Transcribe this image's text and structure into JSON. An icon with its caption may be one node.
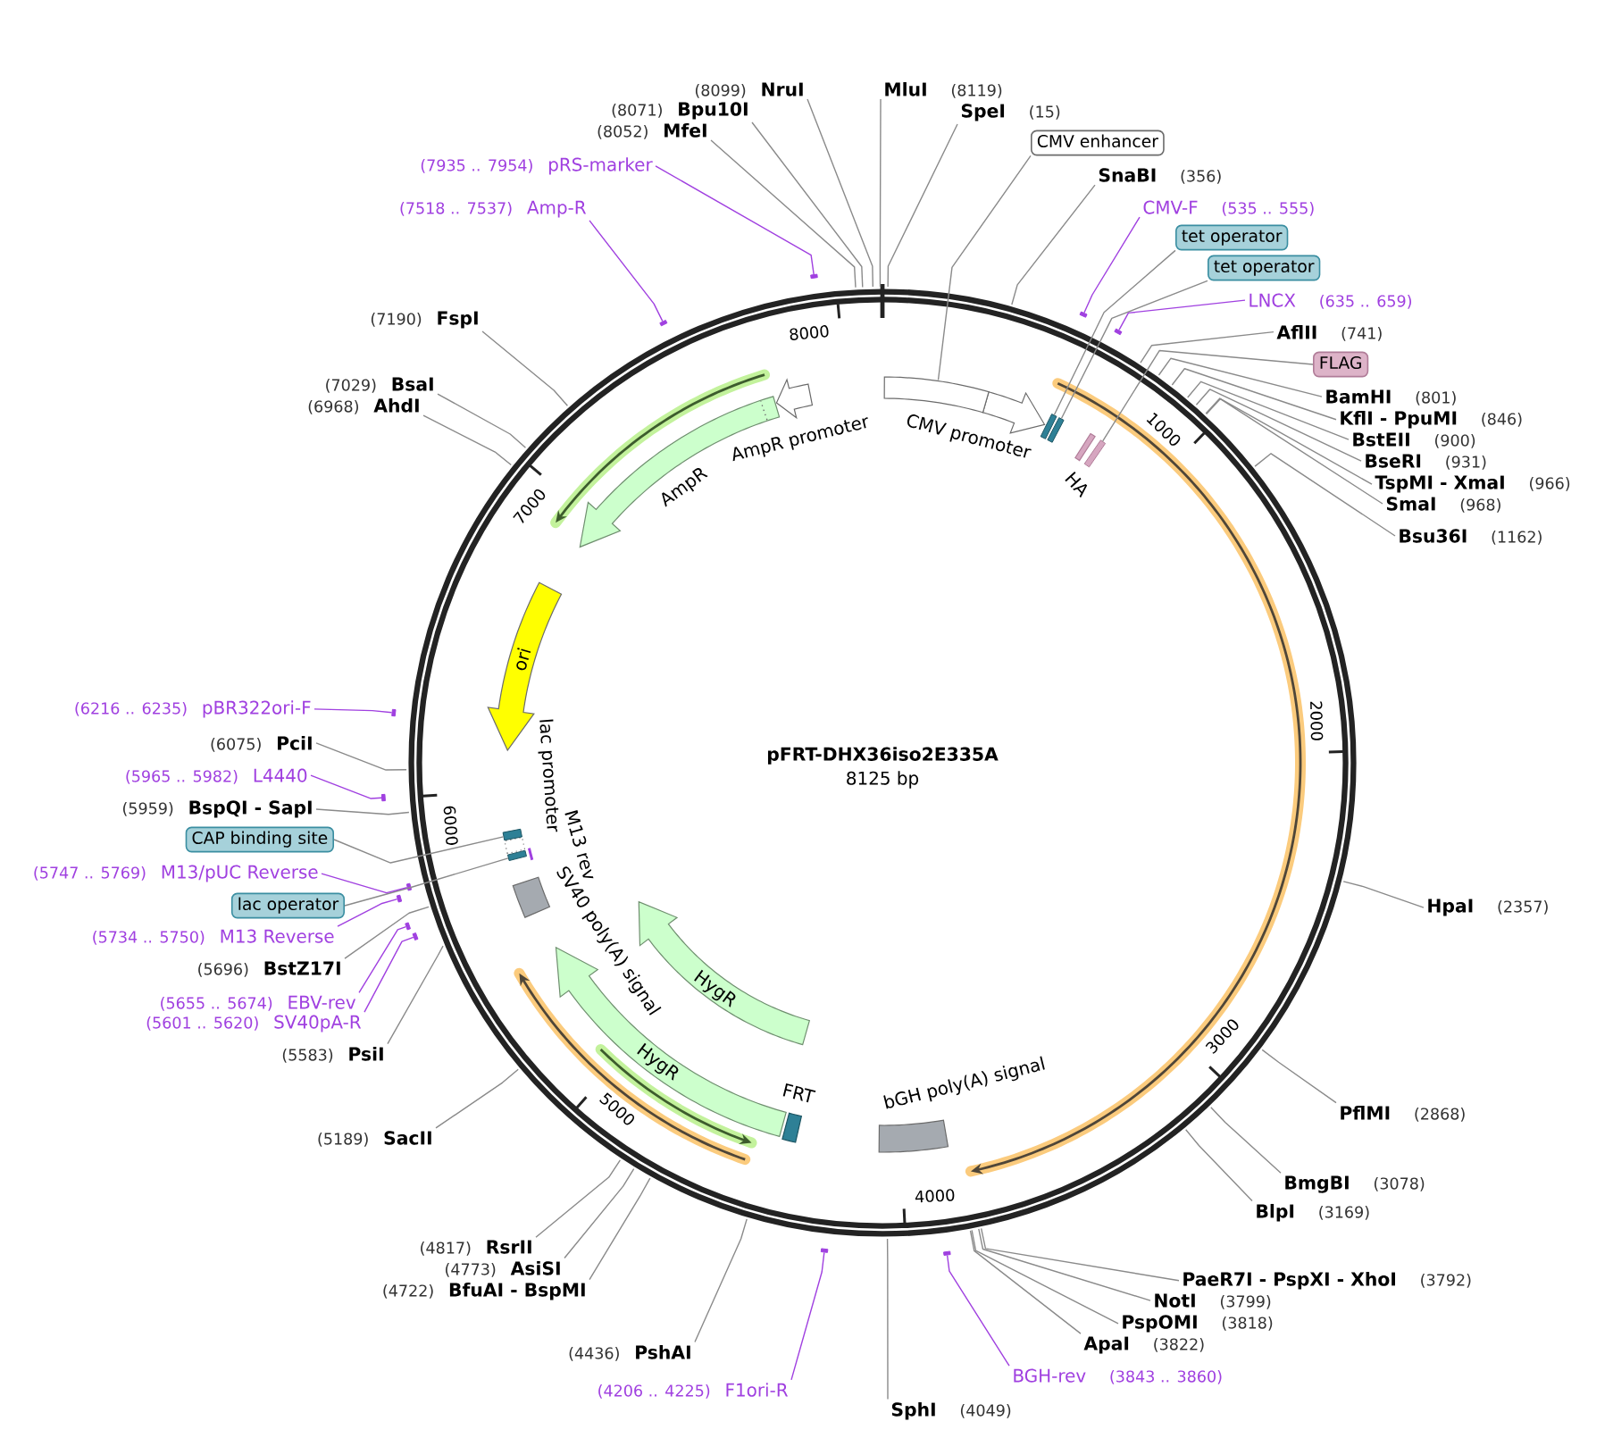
{
  "diagram": {
    "title": "pFRT-DHX36iso2E335A",
    "nodes": [
      {
        "text": [
          "NruI"
        ],
        "beside": [
          "(8099)"
        ]
      },
      {
        "text": [
          "Bpu10I"
        ],
        "beside": [
          "(8071)"
        ]
      },
      {
        "text": [
          "MfeI"
        ],
        "beside": [
          "(8052)"
        ]
      },
      {
        "text": [
          "MluI"
        ],
        "beside": [
          "(8119)"
        ]
      },
      {
        "text": [
          "SpeI"
        ],
        "beside": [
          "(15)"
        ]
      },
      {
        "text": [
          "CMV enhancer"
        ]
      },
      {
        "text": [
          "SnaBI"
        ],
        "beside": [
          "(356)"
        ]
      },
      {
        "text": [
          "CMV-F"
        ],
        "beside": [
          "(535 .. 555)"
        ]
      },
      {
        "text": [
          "tet operator"
        ]
      },
      {
        "text": [
          "tet operator"
        ]
      },
      {
        "text": [
          "LNCX"
        ],
        "beside": [
          "(635 .. 659)"
        ]
      },
      {
        "text": [
          "AflII"
        ],
        "beside": [
          "(741)"
        ]
      },
      {
        "text": [
          "FLAG"
        ]
      },
      {
        "text": [
          "BamHI"
        ],
        "beside": [
          "(801)"
        ]
      },
      {
        "text": [
          "KflI - PpuMI"
        ],
        "beside": [
          "(846)"
        ]
      },
      {
        "text": [
          "BstEII"
        ],
        "beside": [
          "(900)"
        ]
      },
      {
        "text": [
          "BseRI"
        ],
        "beside": [
          "(931)"
        ]
      },
      {
        "text": [
          "TspMI - XmaI"
        ],
        "beside": [
          "(966)"
        ]
      },
      {
        "text": [
          "SmaI"
        ],
        "beside": [
          "(968)"
        ]
      },
      {
        "text": [
          "Bsu36I"
        ],
        "beside": [
          "(1162)"
        ]
      },
      {
        "text": [
          "HpaI"
        ],
        "beside": [
          "(2357)"
        ]
      },
      {
        "text": [
          "PflMI"
        ],
        "beside": [
          "(2868)"
        ]
      },
      {
        "text": [
          "BmgBI"
        ],
        "beside": [
          "(3078)"
        ]
      },
      {
        "text": [
          "BlpI"
        ],
        "beside": [
          "(3169)"
        ]
      },
      {
        "text": [
          "PaeR7I - PspXI - XhoI"
        ],
        "beside": [
          "(3792)"
        ]
      },
      {
        "text": [
          "NotI"
        ],
        "beside": [
          "(3799)"
        ]
      },
      {
        "text": [
          "PspOMI"
        ],
        "beside": [
          "(3818)"
        ]
      },
      {
        "text": [
          "ApaI"
        ],
        "beside": [
          "(3822)"
        ]
      },
      {
        "text": [
          "BGH-rev"
        ],
        "beside": [
          "(3843 .. 3860)"
        ]
      },
      {
        "text": [
          "SphI"
        ],
        "beside": [
          "(4049)"
        ]
      },
      {
        "text": [
          "F1ori-R"
        ],
        "beside": [
          "(4206 .. 4225)"
        ]
      },
      {
        "text": [
          "PshAI"
        ],
        "beside": [
          "(4436)"
        ]
      },
      {
        "text": [
          "RsrII"
        ],
        "beside": [
          "(4817)"
        ]
      },
      {
        "text": [
          "AsiSI"
        ],
        "beside": [
          "(4773)"
        ]
      },
      {
        "text": [
          "BfuAI - BspMI"
        ],
        "beside": [
          "(4722)"
        ]
      },
      {
        "text": [
          "SacII"
        ],
        "beside": [
          "(5189)"
        ]
      },
      {
        "text": [
          "PsiI"
        ],
        "beside": [
          "(5583)"
        ]
      },
      {
        "text": [
          "SV40pA-R"
        ],
        "beside": [
          "(5601 .. 5620)"
        ]
      },
      {
        "text": [
          "EBV-rev"
        ],
        "beside": [
          "(5655 .. 5674)"
        ]
      },
      {
        "text": [
          "BstZ17I"
        ],
        "beside": [
          "(5696)"
        ]
      },
      {
        "text": [
          "M13 Reverse"
        ],
        "beside": [
          "(5734 .. 5750)"
        ]
      },
      {
        "text": [
          "lac operator"
        ]
      },
      {
        "text": [
          "M13/pUC Reverse"
        ],
        "beside": [
          "(5747 .. 5769)"
        ]
      },
      {
        "text": [
          "CAP binding site"
        ]
      },
      {
        "text": [
          "BspQI - SapI"
        ],
        "beside": [
          "(5959)"
        ]
      },
      {
        "text": [
          "L4440"
        ],
        "beside": [
          "(5965 .. 5982)"
        ]
      },
      {
        "text": [
          "PciI"
        ],
        "beside": [
          "(6075)"
        ]
      },
      {
        "text": [
          "pBR322ori-F"
        ],
        "beside": [
          "(6216 .. 6235)"
        ]
      },
      {
        "text": [
          "AhdI"
        ],
        "beside": [
          "(6968)"
        ]
      },
      {
        "text": [
          "BsaI"
        ],
        "beside": [
          "(7029)"
        ]
      },
      {
        "text": [
          "FspI"
        ],
        "beside": [
          "(7190)"
        ]
      },
      {
        "text": [
          "Amp-R"
        ],
        "beside": [
          "(7518 .. 7537)"
        ]
      },
      {
        "text": [
          "pRS-marker"
        ],
        "beside": [
          "(7935 .. 7954)"
        ]
      },
      {
        "text": [
          "CMV promoter"
        ]
      },
      {
        "text": [
          "HA"
        ]
      },
      {
        "text": [
          "AmpR promoter"
        ]
      },
      {
        "text": [
          "AmpR"
        ]
      },
      {
        "text": [
          "ori"
        ]
      },
      {
        "text": [
          "SV40 poly(A) signal"
        ]
      },
      {
        "text": [
          "HygR"
        ]
      },
      {
        "text": [
          "HygR"
        ]
      },
      {
        "text": [
          "FRT"
        ]
      },
      {
        "text": [
          "bGH poly(A) signal"
        ]
      },
      {
        "text": [],
        "shape": "box"
      },
      {
        "text": [],
        "shape": "box"
      },
      {
        "text": [],
        "shape": "box"
      },
      {
        "text": [],
        "shape": "box"
      },
      {
        "text": [],
        "shape": "box"
      },
      {
        "text": [],
        "shape": "box"
      },
      {
        "text": [],
        "shape": "bar"
      },
      {
        "text": [],
        "shape": "bar"
      },
      {
        "text": [],
        "shape": "bar"
      },
      {
        "text": [],
        "shape": "bar"
      },
      {
        "text": [],
        "shape": "bar"
      },
      {
        "text": [],
        "shape": "bar"
      },
      {
        "text": [],
        "shape": "bar"
      },
      {
        "text": [],
        "shape": "bar"
      },
      {
        "text": [],
        "shape": "bar"
      },
      {
        "text": [],
        "shape": "bar"
      },
      {
        "text": [],
        "shape": "bar"
      },
      {
        "text": [],
        "shape": "bar"
      }
    ],
    "edges": [
      {
        "from": 0,
        "to": null,
        "arrow": "none"
      },
      {
        "from": 1,
        "to": null,
        "arrow": "none"
      },
      {
        "from": 2,
        "to": null,
        "arrow": "none"
      },
      {
        "from": 3,
        "to": null,
        "arrow": "none"
      },
      {
        "from": 4,
        "to": null,
        "arrow": "none"
      },
      {
        "from": 5,
        "to": 63,
        "arrow": "none"
      },
      {
        "from": 6,
        "to": null,
        "arrow": "none"
      },
      {
        "from": 7,
        "to": 69,
        "arrow": "none",
        "color": "#a040e0"
      },
      {
        "from": 8,
        "to": 64,
        "arrow": "none"
      },
      {
        "from": 9,
        "to": 65,
        "arrow": "none"
      },
      {
        "from": 10,
        "to": 70,
        "arrow": "none",
        "color": "#a040e0"
      },
      {
        "from": 11,
        "to": null,
        "arrow": "none"
      },
      {
        "from": 12,
        "to": 66,
        "arrow": "none"
      },
      {
        "from": 13,
        "to": null,
        "arrow": "none"
      },
      {
        "from": 14,
        "to": null,
        "arrow": "none"
      },
      {
        "from": 15,
        "to": null,
        "arrow": "none"
      },
      {
        "from": 16,
        "to": null,
        "arrow": "none"
      },
      {
        "from": 17,
        "to": null,
        "arrow": "none"
      },
      {
        "from": 18,
        "to": null,
        "arrow": "none"
      },
      {
        "from": 19,
        "to": null,
        "arrow": "none"
      },
      {
        "from": 20,
        "to": null,
        "arrow": "none"
      },
      {
        "from": 21,
        "to": null,
        "arrow": "none"
      },
      {
        "from": 22,
        "to": null,
        "arrow": "none"
      },
      {
        "from": 23,
        "to": null,
        "arrow": "none"
      },
      {
        "from": 24,
        "to": null,
        "arrow": "none"
      },
      {
        "from": 25,
        "to": null,
        "arrow": "none"
      },
      {
        "from": 26,
        "to": null,
        "arrow": "none"
      },
      {
        "from": 27,
        "to": null,
        "arrow": "none"
      },
      {
        "from": 28,
        "to": 71,
        "arrow": "none",
        "color": "#a040e0"
      },
      {
        "from": 29,
        "to": null,
        "arrow": "none"
      },
      {
        "from": 30,
        "to": 72,
        "arrow": "none",
        "color": "#a040e0"
      },
      {
        "from": 31,
        "to": null,
        "arrow": "none"
      },
      {
        "from": 32,
        "to": null,
        "arrow": "none"
      },
      {
        "from": 33,
        "to": null,
        "arrow": "none"
      },
      {
        "from": 34,
        "to": null,
        "arrow": "none"
      },
      {
        "from": 35,
        "to": null,
        "arrow": "none"
      },
      {
        "from": 36,
        "to": null,
        "arrow": "none"
      },
      {
        "from": 37,
        "to": 73,
        "arrow": "none",
        "color": "#a040e0"
      },
      {
        "from": 38,
        "to": 74,
        "arrow": "none",
        "color": "#a040e0"
      },
      {
        "from": 39,
        "to": null,
        "arrow": "none"
      },
      {
        "from": 40,
        "to": 75,
        "arrow": "none",
        "color": "#a040e0"
      },
      {
        "from": 41,
        "to": 67,
        "arrow": "none"
      },
      {
        "from": 42,
        "to": 76,
        "arrow": "none",
        "color": "#a040e0"
      },
      {
        "from": 43,
        "to": 68,
        "arrow": "none"
      },
      {
        "from": 44,
        "to": null,
        "arrow": "none"
      },
      {
        "from": 45,
        "to": 77,
        "arrow": "none",
        "color": "#a040e0"
      },
      {
        "from": 46,
        "to": null,
        "arrow": "none"
      },
      {
        "from": 47,
        "to": 78,
        "arrow": "none",
        "color": "#a040e0"
      },
      {
        "from": 48,
        "to": null,
        "arrow": "none"
      },
      {
        "from": 49,
        "to": null,
        "arrow": "none"
      },
      {
        "from": 50,
        "to": null,
        "arrow": "none"
      },
      {
        "from": 51,
        "to": 79,
        "arrow": "none",
        "color": "#a040e0"
      },
      {
        "from": 52,
        "to": 80,
        "arrow": "none",
        "color": "#a040e0"
      }
    ],
    "labels": [
      "8125 bp",
      "1000",
      "2000",
      "3000",
      "4000",
      "5000",
      "6000",
      "7000",
      "8000",
      "lac promoter",
      "M13 rev"
    ]
  }
}
